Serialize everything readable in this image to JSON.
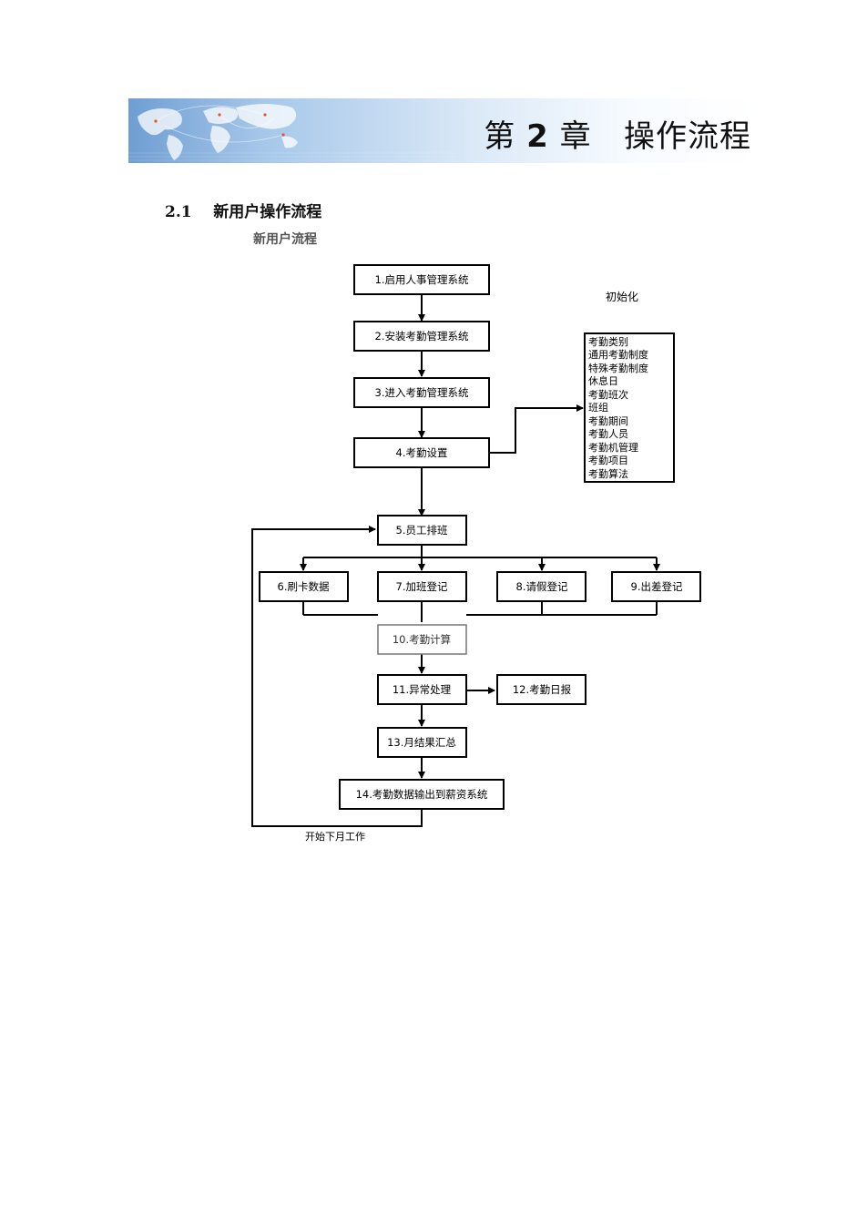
{
  "header": {
    "chapter_prefix": "第",
    "chapter_number": "2",
    "chapter_suffix": "章",
    "chapter_title": "操作流程"
  },
  "section": {
    "number": "2.1",
    "title": "新用户操作流程"
  },
  "flowchart": {
    "caption": "新用户流程",
    "init_label": "初始化",
    "steps": [
      "1.启用人事管理系统",
      "2.安装考勤管理系统",
      "3.进入考勤管理系统",
      "4.考勤设置",
      "5.员工排班",
      "6.刷卡数据",
      "7.加班登记",
      "8.请假登记",
      "9.出差登记",
      "10.考勤计算",
      "11.异常处理",
      "12.考勤日报",
      "13.月结果汇总",
      "14.考勤数据输出到薪资系统"
    ],
    "init_items": [
      "考勤类别",
      "通用考勤制度",
      "特殊考勤制度",
      "休息日",
      "考勤班次",
      "班组",
      "考勤期间",
      "考勤人员",
      "考勤机管理",
      "考勤项目",
      "考勤算法"
    ],
    "loop_label": "开始下月工作"
  }
}
